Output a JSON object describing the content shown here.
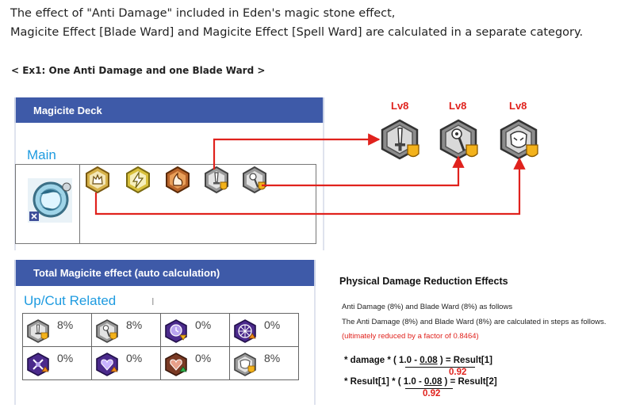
{
  "intro": {
    "line1": "The effect of \"Anti Damage\" included in Eden's magic stone effect,",
    "line2": "Magicite Effect [Blade Ward] and Magicite Effect [Spell Ward] are calculated in a separate category."
  },
  "example_heading": "< Ex1: One Anti Damage and one Blade Ward >",
  "deck": {
    "title": "Magicite Deck",
    "section": "Main",
    "stones": [
      {
        "icon": "wolf-magicite-icon",
        "color": "#c9a43a"
      },
      {
        "icon": "lightning-magicite-icon",
        "color": "#cfb63a"
      },
      {
        "icon": "fire-magicite-icon",
        "color": "#b8621f"
      },
      {
        "icon": "blade-ward-icon",
        "color": "#8e8e8e"
      },
      {
        "icon": "spell-ward-icon",
        "color": "#8e8e8e"
      }
    ]
  },
  "effect_levels": [
    {
      "label": "Lv8",
      "icon": "blade-ward-icon"
    },
    {
      "label": "Lv8",
      "icon": "spell-ward-icon"
    },
    {
      "label": "Lv8",
      "icon": "anti-damage-icon"
    }
  ],
  "total": {
    "title": "Total Magicite effect (auto calculation)",
    "section": "Up/Cut Related",
    "cursor": "I",
    "rows": [
      [
        {
          "icon": "blade-ward-icon",
          "value": "8%"
        },
        {
          "icon": "spell-ward-icon",
          "value": "8%"
        },
        {
          "icon": "time-cut-icon",
          "value": "0%"
        },
        {
          "icon": "magic-circle-up-icon",
          "value": "0%"
        }
      ],
      [
        {
          "icon": "magic-shield-up-icon",
          "value": "0%"
        },
        {
          "icon": "heart-up-icon",
          "value": "0%"
        },
        {
          "icon": "heal-up-icon",
          "value": "0%"
        },
        {
          "icon": "anti-damage-icon",
          "value": "8%"
        }
      ]
    ]
  },
  "explanation": {
    "title": "Physical Damage Reduction Effects",
    "line1": "Anti Damage (8%) and Blade Ward (8%) as follows",
    "line2": "The Anti Damage (8%) and Blade Ward (8%) are calculated in steps as follows.",
    "line3": "(ultimately reduced by a factor of 0.8464)",
    "formula1": {
      "prefix": "* damage * ( 1.0 - ",
      "term": "0.08",
      "suffix": " ) = Result[1]",
      "result": "0.92"
    },
    "formula2": {
      "prefix": "* Result[1] * ( 1.0 - ",
      "term": "0.08",
      "suffix": " ) = Result[2]",
      "result": "0.92"
    }
  },
  "colors": {
    "header_blue": "#3e5aa8",
    "section_blue": "#1e9be0",
    "accent_red": "#e0221d",
    "gold_badge": "#f3b21b"
  }
}
